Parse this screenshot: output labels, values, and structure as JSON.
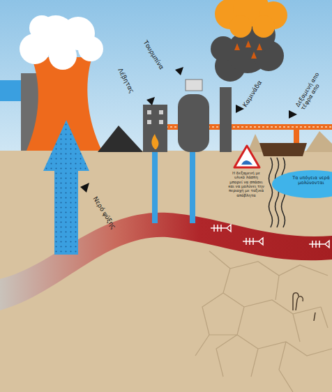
{
  "diagram": {
    "labels": [
      "Νερό ψύξης",
      "Λέβητας",
      "Τουρμπίνα",
      "Καμινάδα",
      "Δεξαμενή απο τέφρα απο",
      "Η δεξαμενή με υλικό λάσπη μπορεί να σπάσει και να μολύνει την περιοχή με τοξικά απόβλητα",
      "Τα υπόγεια νερά μολύνονται"
    ]
  }
}
